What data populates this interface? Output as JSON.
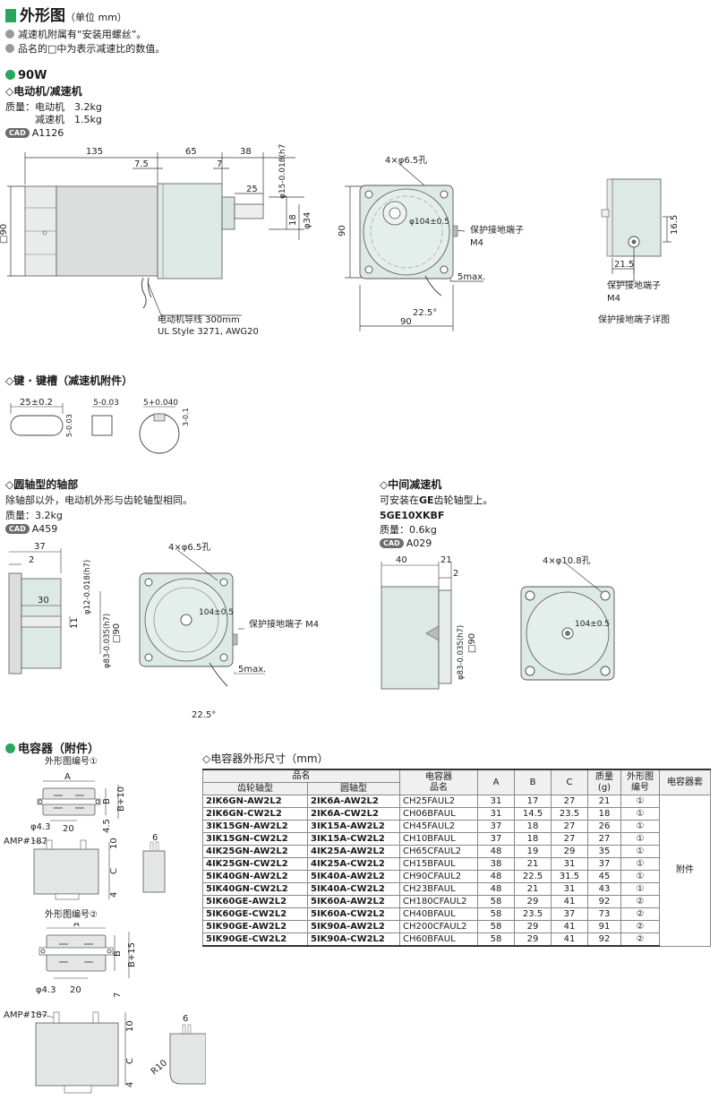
{
  "header": {
    "title": "外形图",
    "unit": "（单位 mm）"
  },
  "notes": [
    "减速机附属有“安装用螺丝”。",
    "品名的□中为表示减速比的数值。"
  ],
  "section_90w": {
    "label": "90W",
    "sub_title": "◇电动机/减速机",
    "mass_label": "质量：",
    "mass_motor": "电动机　3.2kg",
    "mass_gear": "减速机　1.5kg",
    "cad_badge": "CAD",
    "cad_code": "A1126"
  },
  "front_drawing": {
    "dims": [
      "135",
      "7.5",
      "65",
      "38",
      "7",
      "25",
      "□90",
      "18",
      "φ34"
    ],
    "shaft_tol": "φ15-0.018(h7)",
    "lead_note1": "电动机导线 300mm",
    "lead_note2": "UL Style 3271, AWG20"
  },
  "side_drawing": {
    "holes": "4×φ6.5孔",
    "pcd": "φ104±0.5",
    "ground_label": "保护接地端子",
    "ground_m4": "M4",
    "dim_90v": "90",
    "dim_90h": "90",
    "dim_5max": "5max.",
    "dim_angle": "22.5°"
  },
  "detail_drawing": {
    "dim_165": "16.5",
    "dim_215": "21.5",
    "ground_label": "保护接地端子",
    "ground_m4": "M4",
    "caption": "保护接地端子详图"
  },
  "key_section": {
    "title": "◇键 · 键槽（减速机附件）",
    "key_len": "25±0.2",
    "key_w": "5-0.03",
    "key_h": "5-0.03",
    "slot_w": "5+0.040",
    "slot_d": "3-0.1"
  },
  "round_shaft": {
    "title": "◇圆轴型的轴部",
    "desc": "除轴部以外，电动机外形与齿轮轴型相同。",
    "mass": "质量：3.2kg",
    "cad_badge": "CAD",
    "cad_code": "A459",
    "dims": [
      "37",
      "2",
      "30",
      "11",
      "φ12-0.018(h7)",
      "φ83-0.035(h7)",
      "□90"
    ],
    "holes": "4×φ6.5孔",
    "pcd": "104±0.5",
    "ground": "保护接地端子 M4",
    "dim_5max": "5max.",
    "dim_angle": "22.5°"
  },
  "intermediate": {
    "title": "◇中间减速机",
    "desc_pre": "可安装在",
    "desc_bold": "GE",
    "desc_post": "齿轮轴型上。",
    "model": "5GE10XKBF",
    "mass": "质量：0.6kg",
    "cad_badge": "CAD",
    "cad_code": "A029",
    "dims": [
      "40",
      "21",
      "2",
      "φ83-0.035(h7)",
      "□90"
    ],
    "holes": "4×φ10.8孔",
    "pcd": "104±0.5"
  },
  "capacitor": {
    "title": "电容器（附件）",
    "fig1_label": "外形图编号①",
    "fig2_label": "外形图编号②",
    "amp": "AMP#187",
    "fig1_dims": [
      "A",
      "B",
      "B+10",
      "φ4.3",
      "20",
      "4.5",
      "10",
      "C",
      "4",
      "6"
    ],
    "fig2_dims": [
      "A",
      "B",
      "B+15",
      "φ4.3",
      "20",
      "7",
      "10",
      "C",
      "4",
      "6",
      "R10"
    ]
  },
  "cap_table": {
    "title": "◇电容器外形尺寸（mm）",
    "head_group": "品名",
    "head_gear": "齿轮轴型",
    "head_round": "圆轴型",
    "head_cap": "电容器\n品名",
    "head_a": "A",
    "head_b": "B",
    "head_c": "C",
    "head_mass": "质量\n(g)",
    "head_fig": "外形图\n编号",
    "head_cover": "电容器套",
    "cover_value": "附件",
    "rows": [
      [
        "2IK6GN-AW2L2",
        "2IK6A-AW2L2",
        "CH25FAUL2",
        "31",
        "17",
        "27",
        "21",
        "①"
      ],
      [
        "2IK6GN-CW2L2",
        "2IK6A-CW2L2",
        "CH06BFAUL",
        "31",
        "14.5",
        "23.5",
        "18",
        "①"
      ],
      [
        "3IK15GN-AW2L2",
        "3IK15A-AW2L2",
        "CH45FAUL2",
        "37",
        "18",
        "27",
        "26",
        "①"
      ],
      [
        "3IK15GN-CW2L2",
        "3IK15A-CW2L2",
        "CH10BFAUL",
        "37",
        "18",
        "27",
        "27",
        "①"
      ],
      [
        "4IK25GN-AW2L2",
        "4IK25A-AW2L2",
        "CH65CFAUL2",
        "48",
        "19",
        "29",
        "35",
        "①"
      ],
      [
        "4IK25GN-CW2L2",
        "4IK25A-CW2L2",
        "CH15BFAUL",
        "38",
        "21",
        "31",
        "37",
        "①"
      ],
      [
        "5IK40GN-AW2L2",
        "5IK40A-AW2L2",
        "CH90CFAUL2",
        "48",
        "22.5",
        "31.5",
        "45",
        "①"
      ],
      [
        "5IK40GN-CW2L2",
        "5IK40A-CW2L2",
        "CH23BFAUL",
        "48",
        "21",
        "31",
        "43",
        "①"
      ],
      [
        "5IK60GE-AW2L2",
        "5IK60A-AW2L2",
        "CH180CFAUL2",
        "58",
        "29",
        "41",
        "92",
        "②"
      ],
      [
        "5IK60GE-CW2L2",
        "5IK60A-CW2L2",
        "CH40BFAUL",
        "58",
        "23.5",
        "37",
        "73",
        "②"
      ],
      [
        "5IK90GE-AW2L2",
        "5IK90A-AW2L2",
        "CH200CFAUL2",
        "58",
        "29",
        "41",
        "91",
        "②"
      ],
      [
        "5IK90GE-CW2L2",
        "5IK90A-CW2L2",
        "CH60BFAUL",
        "58",
        "29",
        "41",
        "92",
        "②"
      ]
    ]
  }
}
